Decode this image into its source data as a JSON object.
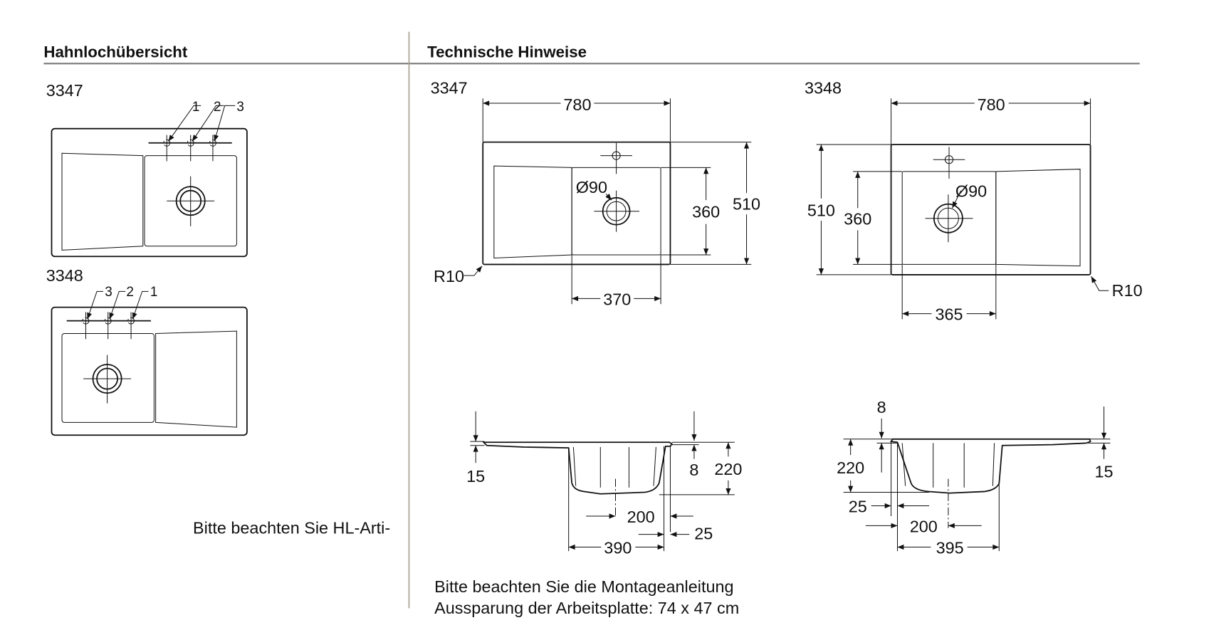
{
  "left_panel": {
    "title": "Hahnlochübersicht",
    "models": [
      {
        "name": "3347",
        "tap_hole_labels": [
          "1",
          "2",
          "3"
        ]
      },
      {
        "name": "3348",
        "tap_hole_labels": [
          "3",
          "2",
          "1"
        ]
      }
    ],
    "note": "Bitte beachten Sie HL-Arti-"
  },
  "right_panel": {
    "title": "Technische Hinweise",
    "top_views": [
      {
        "name": "3347",
        "width": "780",
        "depth": "510",
        "bowl_depth": "360",
        "bowl_width": "370",
        "drain": "Ø90",
        "radius": "R10"
      },
      {
        "name": "3348",
        "width": "780",
        "depth": "510",
        "bowl_depth": "360",
        "bowl_width": "365",
        "drain": "Ø90",
        "radius": "R10"
      }
    ],
    "section_views": [
      {
        "thickness": "15",
        "rim": "8",
        "height": "220",
        "drain_offset": "200",
        "edge": "25",
        "bowl_outer": "390"
      },
      {
        "thickness": "15",
        "rim": "8",
        "height": "220",
        "drain_offset": "200",
        "edge": "25",
        "bowl_outer": "395"
      }
    ],
    "notes": [
      "Bitte beachten Sie die Montageanleitung",
      "Aussparung der Arbeitsplatte: 74 x 47 cm"
    ]
  }
}
